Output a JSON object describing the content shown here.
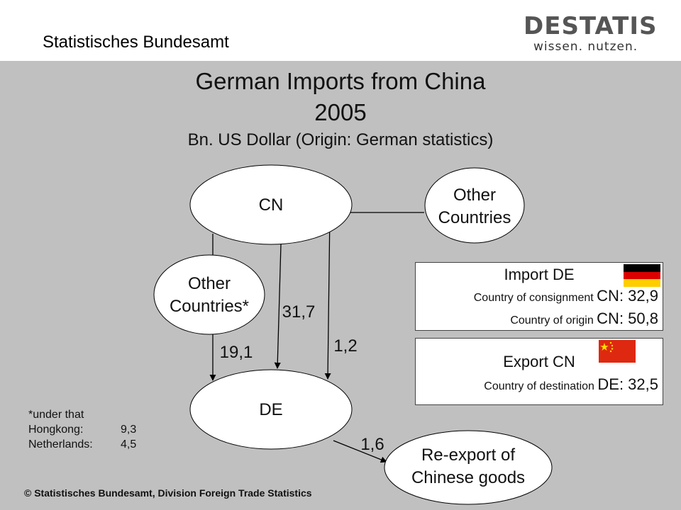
{
  "header": {
    "org_name": "Statistisches Bundesamt",
    "logo_word": "DESTATIS",
    "logo_tagline": "wissen. nutzen."
  },
  "title": {
    "line1": "German Imports from China",
    "line2": "2005",
    "subtitle": "Bn. US Dollar (Origin: German statistics)"
  },
  "nodes": {
    "cn": "CN",
    "other_top_line1": "Other",
    "other_top_line2": "Countries",
    "other_mid_line1": "Other",
    "other_mid_line2": "Countries*",
    "de": "DE",
    "reexport_line1": "Re-export of",
    "reexport_line2": "Chinese goods"
  },
  "flows": {
    "via_other": "19,1",
    "direct": "31,7",
    "other_to_de": "1,2",
    "reexport": "1,6"
  },
  "import_box": {
    "title": "Import DE",
    "row1_label": "Country of consignment ",
    "row1_value": "CN: 32,9",
    "row2_label": "Country of origin ",
    "row2_value": "CN: 50,8"
  },
  "export_box": {
    "title": "Export CN",
    "row1_label": "Country of destination ",
    "row1_value": "DE: 32,5"
  },
  "note": {
    "heading": "*under that",
    "rows": [
      {
        "label": "Hongkong:",
        "value": "9,3"
      },
      {
        "label": "Netherlands:",
        "value": "4,5"
      }
    ]
  },
  "footer": "© Statistisches Bundesamt, Division Foreign Trade Statistics",
  "colors": {
    "slide_bg": "#c0c0c0",
    "flag_de": [
      "#000000",
      "#dd0000",
      "#ffce00"
    ],
    "flag_cn": [
      "#de2910",
      "#ffde00"
    ]
  }
}
